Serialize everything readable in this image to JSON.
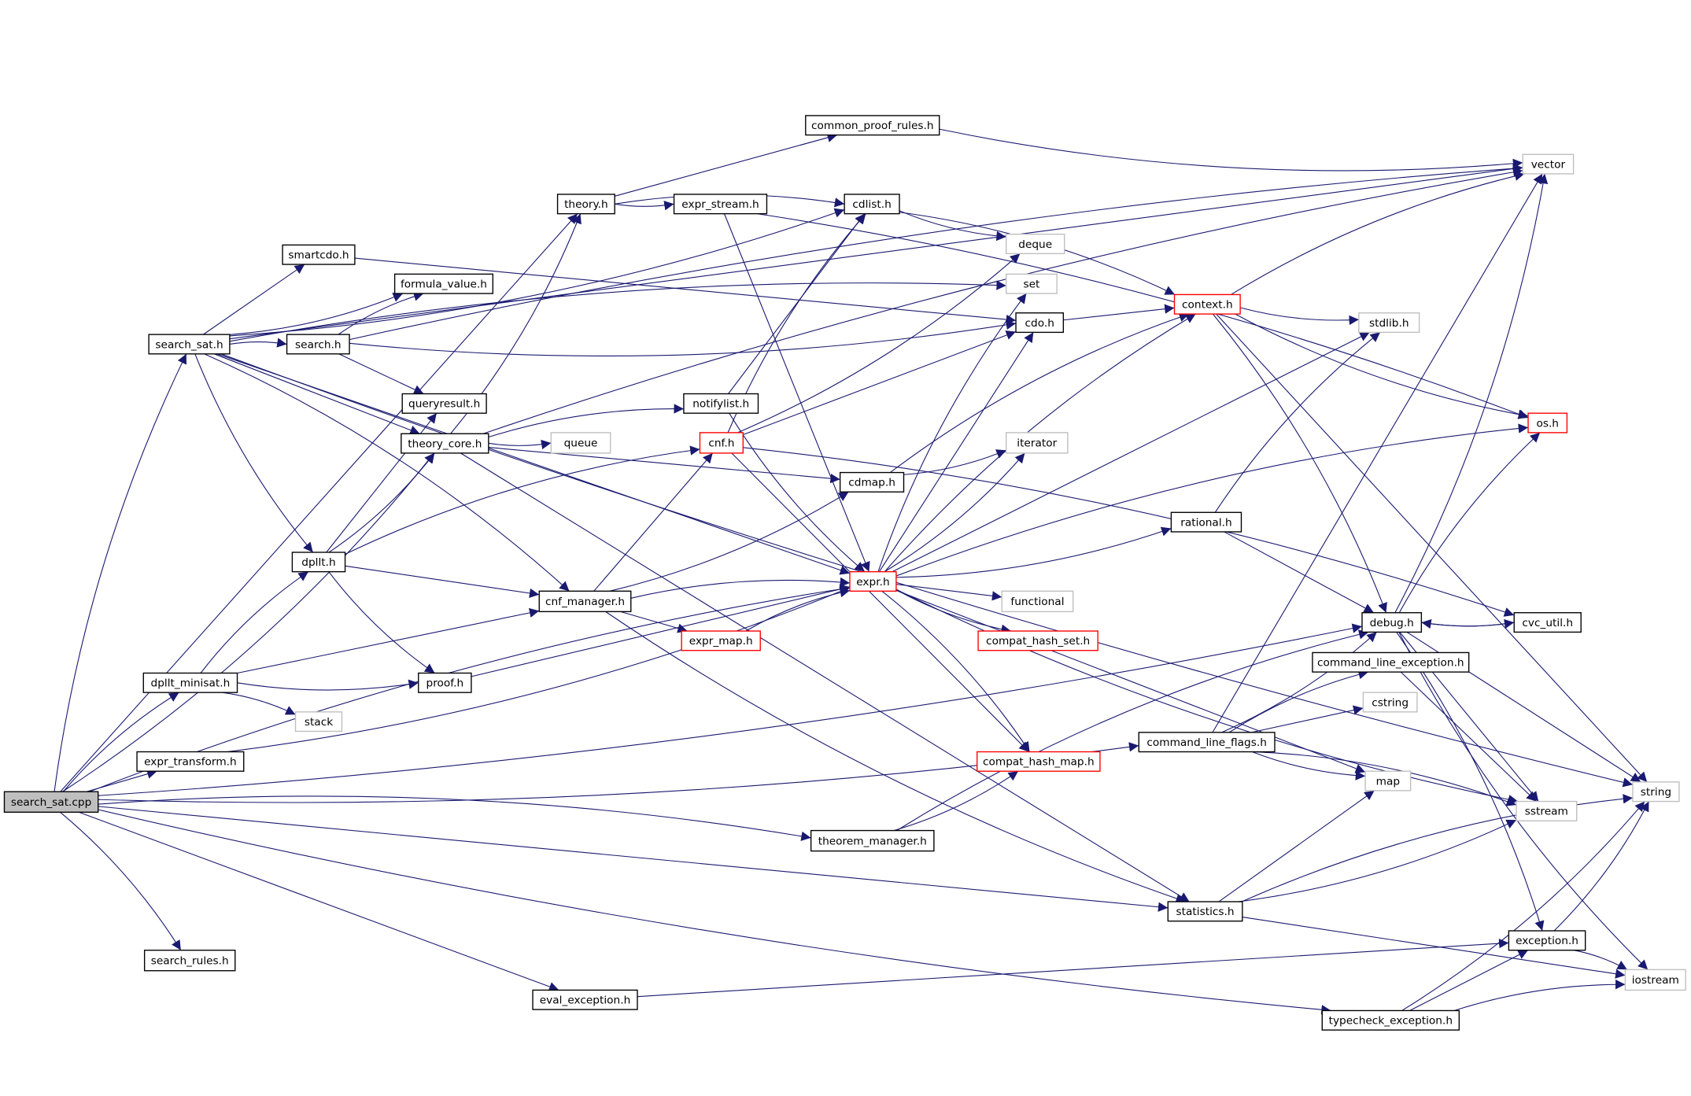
{
  "graph": {
    "root": "search_sat.cpp",
    "colors": {
      "edge": "#191970",
      "root_fill": "#bfbfbf",
      "normal_border": "#000000",
      "truncated_border": "#ff0000",
      "external_border": "#bfbfbf"
    },
    "nodes": [
      {
        "id": "search_sat.cpp",
        "kind": "root"
      },
      {
        "id": "search_sat.h",
        "kind": "normal"
      },
      {
        "id": "search.h",
        "kind": "normal"
      },
      {
        "id": "smartcdo.h",
        "kind": "normal"
      },
      {
        "id": "formula_value.h",
        "kind": "normal"
      },
      {
        "id": "queryresult.h",
        "kind": "normal"
      },
      {
        "id": "theory_core.h",
        "kind": "normal"
      },
      {
        "id": "theory.h",
        "kind": "normal"
      },
      {
        "id": "common_proof_rules.h",
        "kind": "normal"
      },
      {
        "id": "expr_stream.h",
        "kind": "normal"
      },
      {
        "id": "cdlist.h",
        "kind": "normal"
      },
      {
        "id": "deque",
        "kind": "external"
      },
      {
        "id": "set",
        "kind": "external"
      },
      {
        "id": "cdo.h",
        "kind": "normal"
      },
      {
        "id": "context.h",
        "kind": "truncated"
      },
      {
        "id": "stdlib.h",
        "kind": "external"
      },
      {
        "id": "vector",
        "kind": "external"
      },
      {
        "id": "notifylist.h",
        "kind": "normal"
      },
      {
        "id": "cnf.h",
        "kind": "truncated"
      },
      {
        "id": "queue",
        "kind": "external"
      },
      {
        "id": "iterator",
        "kind": "external"
      },
      {
        "id": "cdmap.h",
        "kind": "normal"
      },
      {
        "id": "os.h",
        "kind": "truncated"
      },
      {
        "id": "rational.h",
        "kind": "normal"
      },
      {
        "id": "dpllt.h",
        "kind": "normal"
      },
      {
        "id": "expr.h",
        "kind": "truncated"
      },
      {
        "id": "cnf_manager.h",
        "kind": "normal"
      },
      {
        "id": "functional",
        "kind": "external"
      },
      {
        "id": "compat_hash_set.h",
        "kind": "truncated"
      },
      {
        "id": "expr_map.h",
        "kind": "truncated"
      },
      {
        "id": "debug.h",
        "kind": "normal"
      },
      {
        "id": "cvc_util.h",
        "kind": "normal"
      },
      {
        "id": "command_line_exception.h",
        "kind": "normal"
      },
      {
        "id": "cstring",
        "kind": "external"
      },
      {
        "id": "dpllt_minisat.h",
        "kind": "normal"
      },
      {
        "id": "proof.h",
        "kind": "normal"
      },
      {
        "id": "stack",
        "kind": "external"
      },
      {
        "id": "expr_transform.h",
        "kind": "normal"
      },
      {
        "id": "compat_hash_map.h",
        "kind": "truncated"
      },
      {
        "id": "command_line_flags.h",
        "kind": "normal"
      },
      {
        "id": "map",
        "kind": "external"
      },
      {
        "id": "string",
        "kind": "external"
      },
      {
        "id": "sstream",
        "kind": "external"
      },
      {
        "id": "theorem_manager.h",
        "kind": "normal"
      },
      {
        "id": "statistics.h",
        "kind": "normal"
      },
      {
        "id": "search_rules.h",
        "kind": "normal"
      },
      {
        "id": "exception.h",
        "kind": "normal"
      },
      {
        "id": "iostream",
        "kind": "external"
      },
      {
        "id": "eval_exception.h",
        "kind": "normal"
      },
      {
        "id": "typecheck_exception.h",
        "kind": "normal"
      }
    ],
    "edges": [
      [
        "search_sat.cpp",
        "search_sat.h"
      ],
      [
        "search_sat.cpp",
        "theory.h"
      ],
      [
        "search_sat.cpp",
        "theory_core.h"
      ],
      [
        "search_sat.cpp",
        "dpllt_minisat.h"
      ],
      [
        "search_sat.cpp",
        "expr_transform.h"
      ],
      [
        "search_sat.cpp",
        "debug.h"
      ],
      [
        "search_sat.cpp",
        "theorem_manager.h"
      ],
      [
        "search_sat.cpp",
        "statistics.h"
      ],
      [
        "search_sat.cpp",
        "command_line_flags.h"
      ],
      [
        "search_sat.cpp",
        "search_rules.h"
      ],
      [
        "search_sat.cpp",
        "eval_exception.h"
      ],
      [
        "search_sat.cpp",
        "typecheck_exception.h"
      ],
      [
        "search_sat.cpp",
        "expr.h"
      ],
      [
        "search_sat.h",
        "smartcdo.h"
      ],
      [
        "search_sat.h",
        "formula_value.h"
      ],
      [
        "search_sat.h",
        "search.h"
      ],
      [
        "search_sat.h",
        "theory_core.h"
      ],
      [
        "search_sat.h",
        "dpllt.h"
      ],
      [
        "search_sat.h",
        "cnf_manager.h"
      ],
      [
        "search_sat.h",
        "expr.h"
      ],
      [
        "search_sat.h",
        "cdlist.h"
      ],
      [
        "search_sat.h",
        "set"
      ],
      [
        "search_sat.h",
        "vector"
      ],
      [
        "search_sat.h",
        "string"
      ],
      [
        "search.h",
        "formula_value.h"
      ],
      [
        "search.h",
        "queryresult.h"
      ],
      [
        "search.h",
        "cdo.h"
      ],
      [
        "search.h",
        "vector"
      ],
      [
        "smartcdo.h",
        "cdo.h"
      ],
      [
        "theory_core.h",
        "queue"
      ],
      [
        "theory_core.h",
        "notifylist.h"
      ],
      [
        "theory_core.h",
        "cdmap.h"
      ],
      [
        "theory_core.h",
        "theory.h"
      ],
      [
        "theory_core.h",
        "vector"
      ],
      [
        "theory_core.h",
        "statistics.h"
      ],
      [
        "theory.h",
        "expr_stream.h"
      ],
      [
        "theory.h",
        "cdlist.h"
      ],
      [
        "theory.h",
        "common_proof_rules.h"
      ],
      [
        "common_proof_rules.h",
        "vector"
      ],
      [
        "expr_stream.h",
        "os.h"
      ],
      [
        "expr_stream.h",
        "expr.h"
      ],
      [
        "cdlist.h",
        "deque"
      ],
      [
        "cdlist.h",
        "context.h"
      ],
      [
        "cdo.h",
        "context.h"
      ],
      [
        "context.h",
        "stdlib.h"
      ],
      [
        "context.h",
        "vector"
      ],
      [
        "context.h",
        "string"
      ],
      [
        "context.h",
        "os.h"
      ],
      [
        "context.h",
        "debug.h"
      ],
      [
        "notifylist.h",
        "cdlist.h"
      ],
      [
        "notifylist.h",
        "expr.h"
      ],
      [
        "cnf.h",
        "cdlist.h"
      ],
      [
        "cnf.h",
        "cdo.h"
      ],
      [
        "cnf.h",
        "deque"
      ],
      [
        "cnf.h",
        "cvc_util.h"
      ],
      [
        "cnf.h",
        "compat_hash_map.h"
      ],
      [
        "cdmap.h",
        "iterator"
      ],
      [
        "cdmap.h",
        "context.h"
      ],
      [
        "dpllt.h",
        "queryresult.h"
      ],
      [
        "dpllt.h",
        "theory_core.h"
      ],
      [
        "dpllt.h",
        "cnf.h"
      ],
      [
        "dpllt.h",
        "cnf_manager.h"
      ],
      [
        "dpllt.h",
        "proof.h"
      ],
      [
        "dpllt_minisat.h",
        "dpllt.h"
      ],
      [
        "dpllt_minisat.h",
        "cnf_manager.h"
      ],
      [
        "dpllt_minisat.h",
        "proof.h"
      ],
      [
        "dpllt_minisat.h",
        "stack"
      ],
      [
        "cnf_manager.h",
        "cnf.h"
      ],
      [
        "cnf_manager.h",
        "cdmap.h"
      ],
      [
        "cnf_manager.h",
        "expr.h"
      ],
      [
        "cnf_manager.h",
        "expr_map.h"
      ],
      [
        "cnf_manager.h",
        "statistics.h"
      ],
      [
        "expr_map.h",
        "expr.h"
      ],
      [
        "proof.h",
        "expr.h"
      ],
      [
        "expr_transform.h",
        "expr.h"
      ],
      [
        "expr.h",
        "set"
      ],
      [
        "expr.h",
        "cdo.h"
      ],
      [
        "expr.h",
        "iterator"
      ],
      [
        "expr.h",
        "context.h"
      ],
      [
        "expr.h",
        "stdlib.h"
      ],
      [
        "expr.h",
        "rational.h"
      ],
      [
        "expr.h",
        "os.h"
      ],
      [
        "expr.h",
        "functional"
      ],
      [
        "expr.h",
        "compat_hash_set.h"
      ],
      [
        "expr.h",
        "compat_hash_map.h"
      ],
      [
        "expr.h",
        "map"
      ],
      [
        "expr.h",
        "sstream"
      ],
      [
        "rational.h",
        "stdlib.h"
      ],
      [
        "rational.h",
        "debug.h"
      ],
      [
        "debug.h",
        "vector"
      ],
      [
        "debug.h",
        "os.h"
      ],
      [
        "debug.h",
        "string"
      ],
      [
        "debug.h",
        "cvc_util.h"
      ],
      [
        "debug.h",
        "exception.h"
      ],
      [
        "debug.h",
        "sstream"
      ],
      [
        "debug.h",
        "iostream"
      ],
      [
        "cvc_util.h",
        "debug.h"
      ],
      [
        "command_line_flags.h",
        "vector"
      ],
      [
        "command_line_flags.h",
        "debug.h"
      ],
      [
        "command_line_flags.h",
        "command_line_exception.h"
      ],
      [
        "command_line_flags.h",
        "cstring"
      ],
      [
        "command_line_flags.h",
        "map"
      ],
      [
        "command_line_flags.h",
        "sstream"
      ],
      [
        "command_line_exception.h",
        "sstream"
      ],
      [
        "theorem_manager.h",
        "compat_hash_map.h"
      ],
      [
        "theorem_manager.h",
        "debug.h"
      ],
      [
        "statistics.h",
        "map"
      ],
      [
        "statistics.h",
        "sstream"
      ],
      [
        "statistics.h",
        "string"
      ],
      [
        "statistics.h",
        "iostream"
      ],
      [
        "exception.h",
        "string"
      ],
      [
        "exception.h",
        "iostream"
      ],
      [
        "typecheck_exception.h",
        "exception.h"
      ],
      [
        "typecheck_exception.h",
        "string"
      ],
      [
        "typecheck_exception.h",
        "iostream"
      ],
      [
        "eval_exception.h",
        "exception.h"
      ]
    ]
  }
}
